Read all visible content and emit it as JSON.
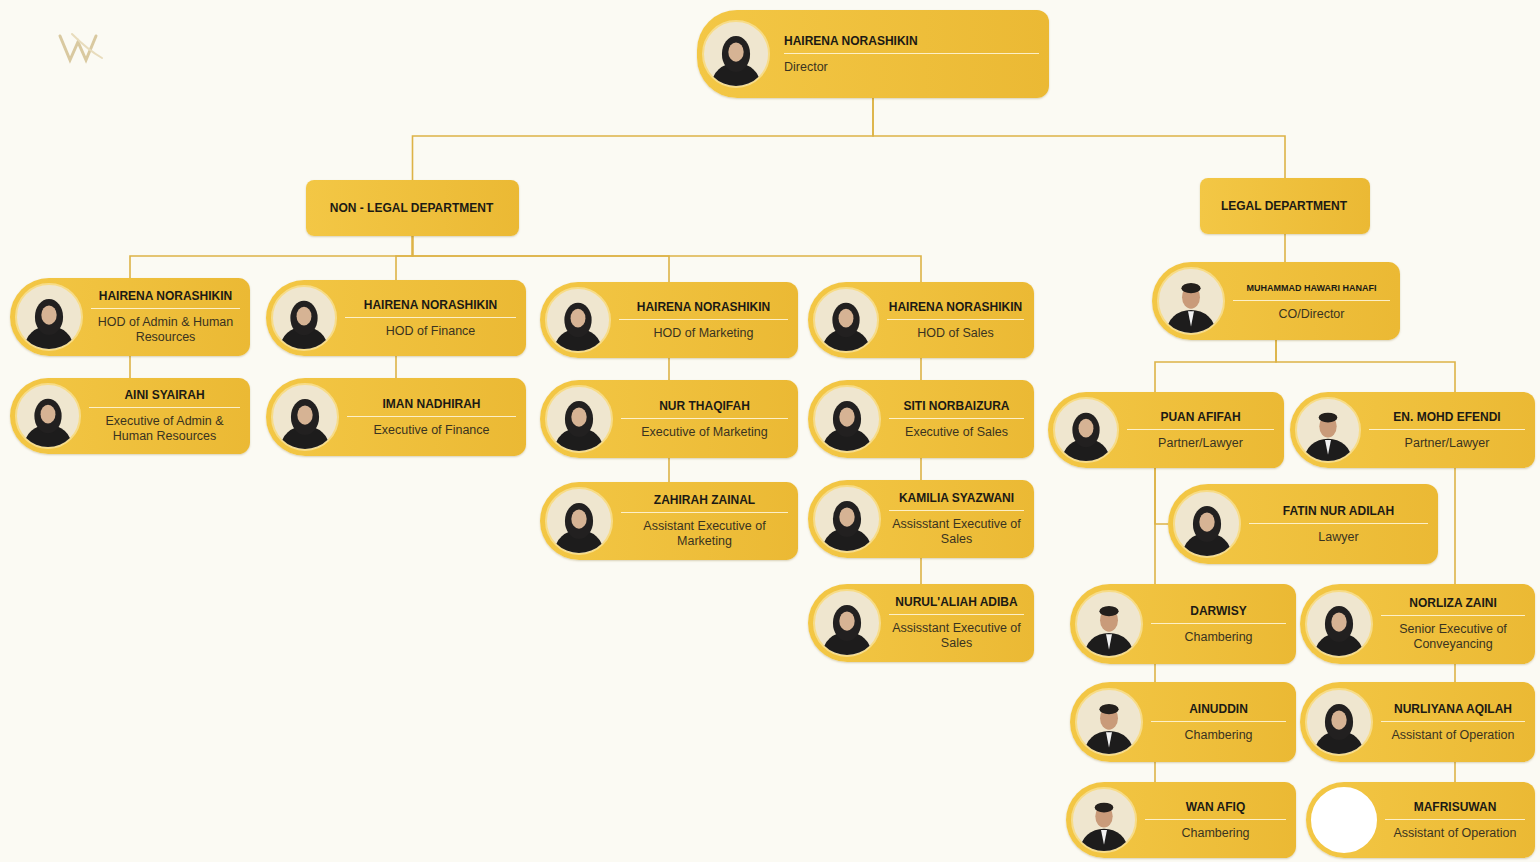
{
  "diagram": {
    "nodes": [
      {
        "text": [
          "HAIRENA NORASHIKIN",
          "Director"
        ]
      },
      {
        "text": [
          "NON - LEGAL DEPARTMENT"
        ]
      },
      {
        "text": [
          "LEGAL DEPARTMENT"
        ]
      },
      {
        "text": [
          "HAIRENA NORASHIKIN",
          "HOD of Admin & Human Resources"
        ]
      },
      {
        "text": [
          "HAIRENA NORASHIKIN",
          "HOD of Finance"
        ]
      },
      {
        "text": [
          "HAIRENA NORASHIKIN",
          "HOD of Marketing"
        ]
      },
      {
        "text": [
          "HAIRENA NORASHIKIN",
          "HOD of Sales"
        ]
      },
      {
        "text": [
          "MUHAMMAD HAWARI HANAFI",
          "CO/Director"
        ]
      },
      {
        "text": [
          "AINI SYAIRAH",
          "Executive of Admin & Human Resources"
        ]
      },
      {
        "text": [
          "IMAN NADHIRAH",
          "Executive of Finance"
        ]
      },
      {
        "text": [
          "NUR THAQIFAH",
          "Executive of Marketing"
        ]
      },
      {
        "text": [
          "SITI NORBAIZURA",
          "Executive of Sales"
        ]
      },
      {
        "text": [
          "PUAN AFIFAH",
          "Partner/Lawyer"
        ]
      },
      {
        "text": [
          "EN. MOHD EFENDI",
          "Partner/Lawyer"
        ]
      },
      {
        "text": [
          "ZAHIRAH ZAINAL",
          "Assistant Executive of Marketing"
        ]
      },
      {
        "text": [
          "KAMILIA SYAZWANI",
          "Assisstant Executive of Sales"
        ]
      },
      {
        "text": [
          "FATIN NUR ADILAH",
          "Lawyer"
        ]
      },
      {
        "text": [
          "NURUL'ALIAH ADIBA",
          "Assisstant Executive of Sales"
        ]
      },
      {
        "text": [
          "DARWISY",
          "Chambering"
        ]
      },
      {
        "text": [
          "NORLIZA ZAINI",
          "Senior Executive of Conveyancing"
        ]
      },
      {
        "text": [
          "AINUDDIN",
          "Chambering"
        ]
      },
      {
        "text": [
          "NURLIYANA AQILAH",
          "Assistant of Operation"
        ]
      },
      {
        "text": [
          "WAN AFIQ",
          "Chambering"
        ]
      },
      {
        "text": [
          "MAFRISUWAN",
          "Assistant of Operation"
        ]
      }
    ],
    "edges": [
      {
        "from": 0,
        "to": 1,
        "arrow": "none"
      },
      {
        "from": 0,
        "to": 2,
        "arrow": "none"
      },
      {
        "from": 1,
        "to": 3,
        "arrow": "none"
      },
      {
        "from": 1,
        "to": 4,
        "arrow": "none"
      },
      {
        "from": 1,
        "to": 5,
        "arrow": "none"
      },
      {
        "from": 1,
        "to": 6,
        "arrow": "none"
      },
      {
        "from": 3,
        "to": 8,
        "arrow": "none"
      },
      {
        "from": 4,
        "to": 9,
        "arrow": "none"
      },
      {
        "from": 5,
        "to": 10,
        "arrow": "none"
      },
      {
        "from": 10,
        "to": 14,
        "arrow": "none"
      },
      {
        "from": 6,
        "to": 11,
        "arrow": "none"
      },
      {
        "from": 11,
        "to": 15,
        "arrow": "none"
      },
      {
        "from": 15,
        "to": 17,
        "arrow": "none"
      },
      {
        "from": 2,
        "to": 7,
        "arrow": "none"
      },
      {
        "from": 7,
        "to": 12,
        "arrow": "none"
      },
      {
        "from": 7,
        "to": 13,
        "arrow": "none"
      },
      {
        "from": 12,
        "to": 16,
        "arrow": "none"
      },
      {
        "from": 12,
        "to": 18,
        "arrow": "none"
      },
      {
        "from": 18,
        "to": 20,
        "arrow": "none"
      },
      {
        "from": 20,
        "to": 22,
        "arrow": "none"
      },
      {
        "from": 13,
        "to": 19,
        "arrow": "none"
      },
      {
        "from": 19,
        "to": 21,
        "arrow": "none"
      },
      {
        "from": 21,
        "to": 23,
        "arrow": "none"
      }
    ]
  }
}
